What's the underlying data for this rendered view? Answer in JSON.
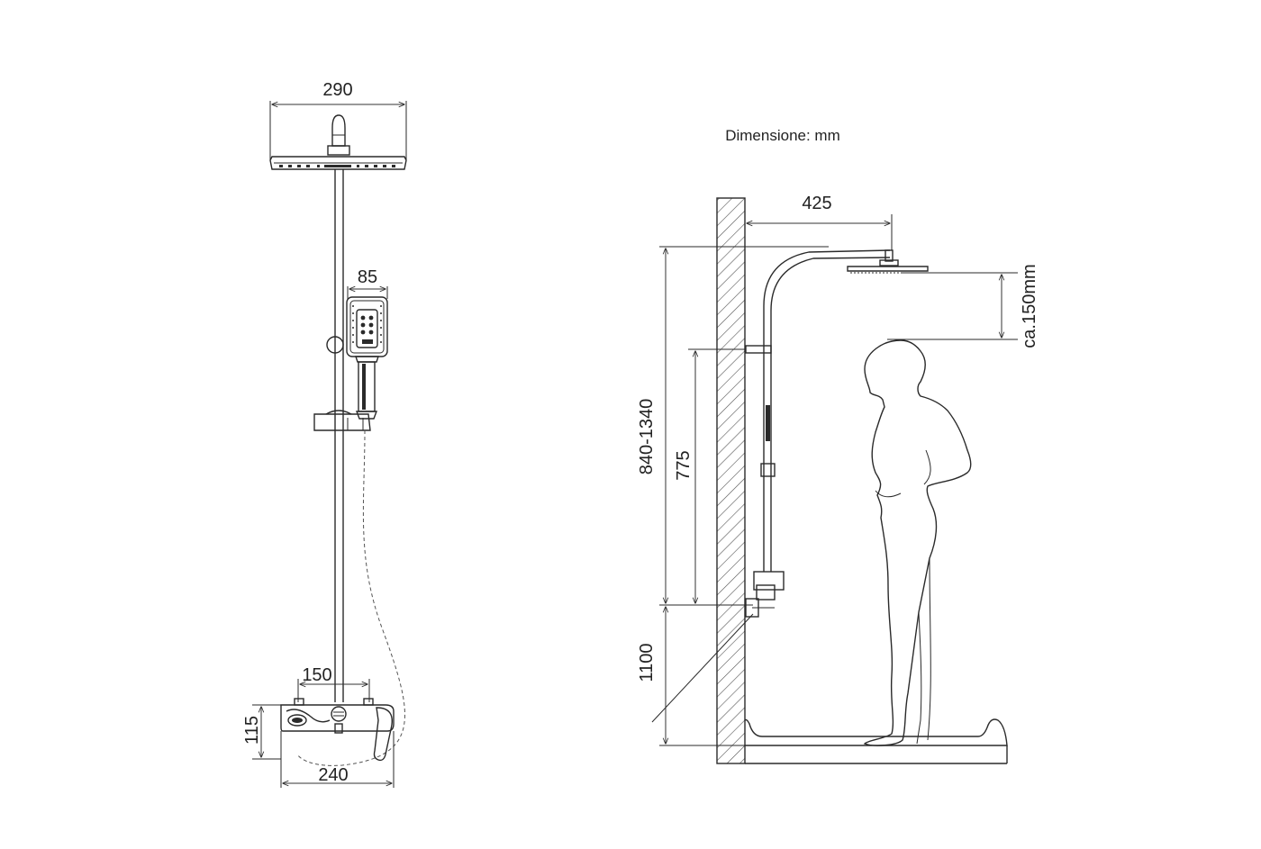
{
  "unit_note": "Dimensione: mm",
  "front_view": {
    "dim_head_width": "290",
    "dim_hand_width": "85",
    "dim_valve_spacing": "150",
    "dim_valve_width": "240",
    "dim_valve_height": "115"
  },
  "side_view": {
    "dim_arm_reach": "425",
    "dim_head_clearance": "ca.150mm",
    "dim_column_range": "840-1340",
    "dim_slide_rail": "775",
    "dim_valve_height": "1100"
  }
}
